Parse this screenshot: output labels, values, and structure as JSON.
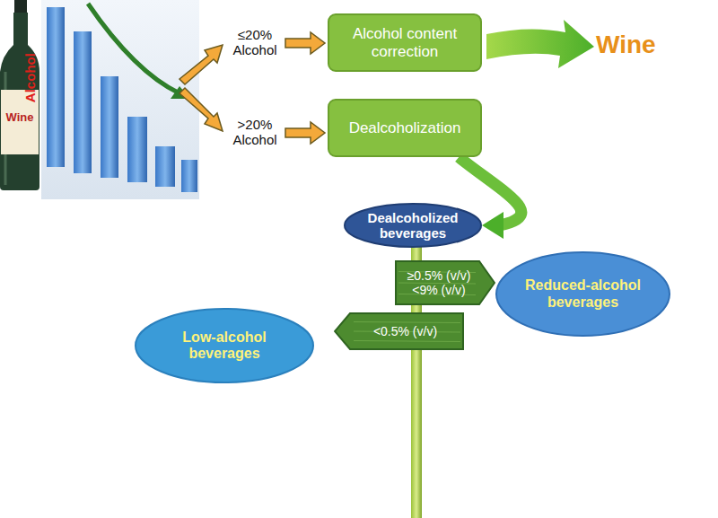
{
  "diagram": {
    "nodes": [
      {
        "text": [
          "Alcohol content correction"
        ]
      },
      {
        "text": [
          "Dealcoholization"
        ]
      },
      {
        "text": [
          "Dealcoholized beverages"
        ]
      },
      {
        "text": [
          "≥0.5% (v/v)",
          "<9% (v/v)"
        ]
      },
      {
        "text": [
          "Reduced-alcohol beverages"
        ]
      },
      {
        "text": [
          "<0.5% (v/v)"
        ]
      },
      {
        "text": [
          "Low-alcohol beverages"
        ]
      }
    ],
    "edges": [
      {
        "from": 1,
        "to": 2,
        "arrow": "to"
      }
    ],
    "labels": [
      "Wine",
      "Alcohol",
      "≤20% Alcohol",
      ">20% Alcohol",
      "Wine"
    ]
  }
}
